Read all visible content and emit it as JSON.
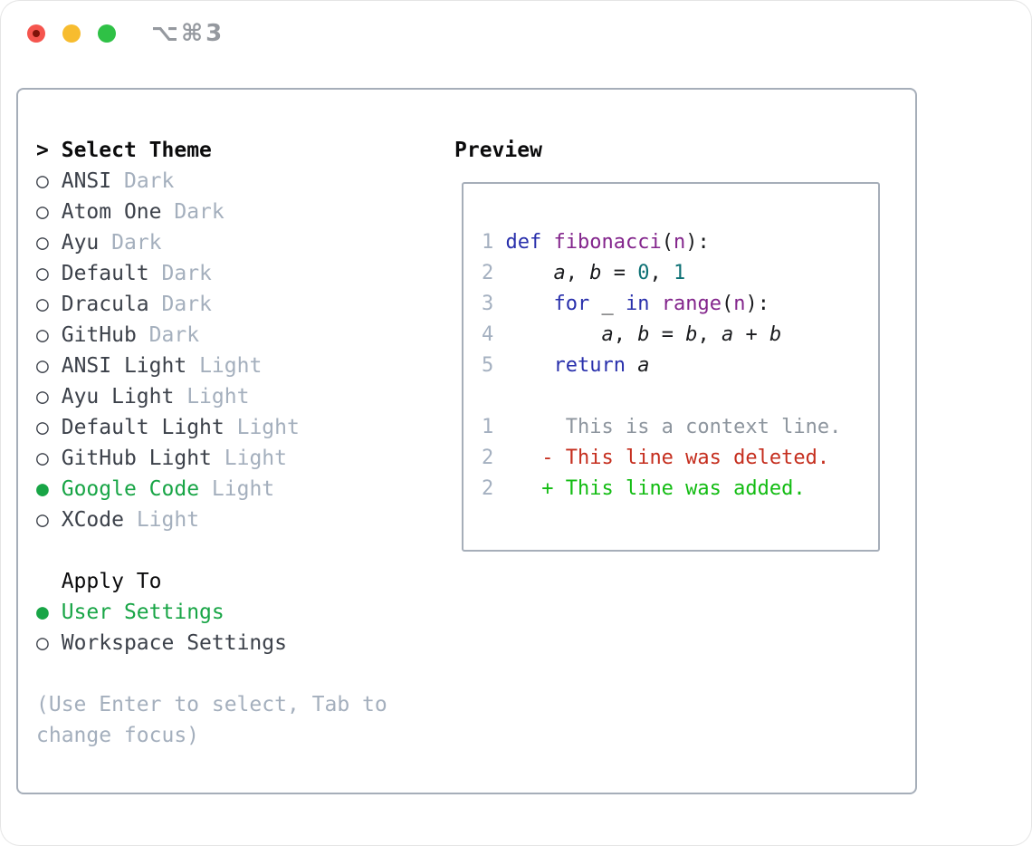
{
  "window": {
    "title": "⌥⌘3"
  },
  "icons": {
    "radio_off": "○",
    "radio_on": "●",
    "header_pointer": ">"
  },
  "theme_panel": {
    "header": {
      "marker": ">",
      "label": "Select Theme"
    },
    "themes": [
      {
        "name": "ANSI",
        "variant": "Dark",
        "selected": false
      },
      {
        "name": "Atom One",
        "variant": "Dark",
        "selected": false
      },
      {
        "name": "Ayu",
        "variant": "Dark",
        "selected": false
      },
      {
        "name": "Default",
        "variant": "Dark",
        "selected": false
      },
      {
        "name": "Dracula",
        "variant": "Dark",
        "selected": false
      },
      {
        "name": "GitHub",
        "variant": "Dark",
        "selected": false
      },
      {
        "name": "ANSI Light",
        "variant": "Light",
        "selected": false
      },
      {
        "name": "Ayu Light",
        "variant": "Light",
        "selected": false
      },
      {
        "name": "Default Light",
        "variant": "Light",
        "selected": false
      },
      {
        "name": "GitHub Light",
        "variant": "Light",
        "selected": false
      },
      {
        "name": "Google Code",
        "variant": "Light",
        "selected": true
      },
      {
        "name": "XCode",
        "variant": "Light",
        "selected": false
      }
    ],
    "apply_to": {
      "label": "Apply To",
      "options": [
        {
          "name": "User Settings",
          "selected": true
        },
        {
          "name": "Workspace Settings",
          "selected": false
        }
      ]
    },
    "hint": "(Use Enter to select, Tab to change focus)"
  },
  "preview": {
    "label": "Preview",
    "code_lines": [
      {
        "num": "1",
        "segments": [
          {
            "t": "def",
            "c": "kw"
          },
          {
            "t": " ",
            "c": "pln"
          },
          {
            "t": "fibonacci",
            "c": "typ"
          },
          {
            "t": "(",
            "c": "pln"
          },
          {
            "t": "n",
            "c": "typ"
          },
          {
            "t": "):",
            "c": "pln"
          }
        ]
      },
      {
        "num": "2",
        "segments": [
          {
            "t": "    ",
            "c": "pln"
          },
          {
            "t": "a",
            "c": "var"
          },
          {
            "t": ", ",
            "c": "pln"
          },
          {
            "t": "b",
            "c": "var"
          },
          {
            "t": " = ",
            "c": "pln"
          },
          {
            "t": "0",
            "c": "lit"
          },
          {
            "t": ", ",
            "c": "pln"
          },
          {
            "t": "1",
            "c": "lit"
          }
        ]
      },
      {
        "num": "3",
        "segments": [
          {
            "t": "    ",
            "c": "pln"
          },
          {
            "t": "for",
            "c": "kw"
          },
          {
            "t": " _ ",
            "c": "pln"
          },
          {
            "t": "in",
            "c": "kw"
          },
          {
            "t": " ",
            "c": "pln"
          },
          {
            "t": "range",
            "c": "typ"
          },
          {
            "t": "(",
            "c": "pln"
          },
          {
            "t": "n",
            "c": "typ"
          },
          {
            "t": "):",
            "c": "pln"
          }
        ]
      },
      {
        "num": "4",
        "segments": [
          {
            "t": "        ",
            "c": "pln"
          },
          {
            "t": "a",
            "c": "var"
          },
          {
            "t": ", ",
            "c": "pln"
          },
          {
            "t": "b",
            "c": "var"
          },
          {
            "t": " = ",
            "c": "pln"
          },
          {
            "t": "b",
            "c": "var"
          },
          {
            "t": ", ",
            "c": "pln"
          },
          {
            "t": "a",
            "c": "var"
          },
          {
            "t": " + ",
            "c": "pln"
          },
          {
            "t": "b",
            "c": "var"
          }
        ]
      },
      {
        "num": "5",
        "segments": [
          {
            "t": "    ",
            "c": "pln"
          },
          {
            "t": "return",
            "c": "kw"
          },
          {
            "t": " ",
            "c": "pln"
          },
          {
            "t": "a",
            "c": "var"
          }
        ]
      }
    ],
    "diff_lines": [
      {
        "num": "1",
        "marker": " ",
        "text": "This is a context line.",
        "kind": "context"
      },
      {
        "num": "2",
        "marker": "-",
        "text": "This line was deleted.",
        "kind": "deleted"
      },
      {
        "num": "2",
        "marker": "+",
        "text": "This line was added.",
        "kind": "added"
      }
    ]
  },
  "colors": {
    "keyword": "#2930ac",
    "type_name": "#83258c",
    "literal": "#0e7175",
    "plain_code": "#1a1b1e",
    "line_number": "#a4b0c0",
    "context": "#8d959e",
    "deleted": "#c52e1e",
    "added": "#12bc12",
    "selection_green": "#18a546",
    "text_dark": "#3c414a",
    "text_black": "#0b0b0c",
    "muted": "#a4afbd",
    "panel_border": "#a6aeb9",
    "title_gray": "#95999f",
    "traffic_red": "#f5554e",
    "traffic_red_dot": "#7e1309",
    "traffic_yellow": "#f7bc2f",
    "traffic_green": "#2fc146"
  }
}
